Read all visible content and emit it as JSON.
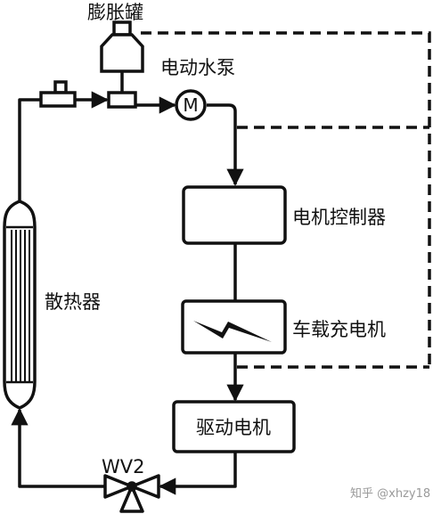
{
  "labels": {
    "expansion_tank": "膨胀罐",
    "electric_pump": "电动水泵",
    "pump_symbol": "M",
    "motor_controller": "电机控制器",
    "onboard_charger": "车载充电机",
    "drive_motor": "驱动电机",
    "radiator": "散热器",
    "valve": "WV2"
  },
  "watermark": "知乎 @xhzy18",
  "colors": {
    "line": "#111111",
    "background": "#ffffff",
    "watermark": "#9a9a9a"
  }
}
